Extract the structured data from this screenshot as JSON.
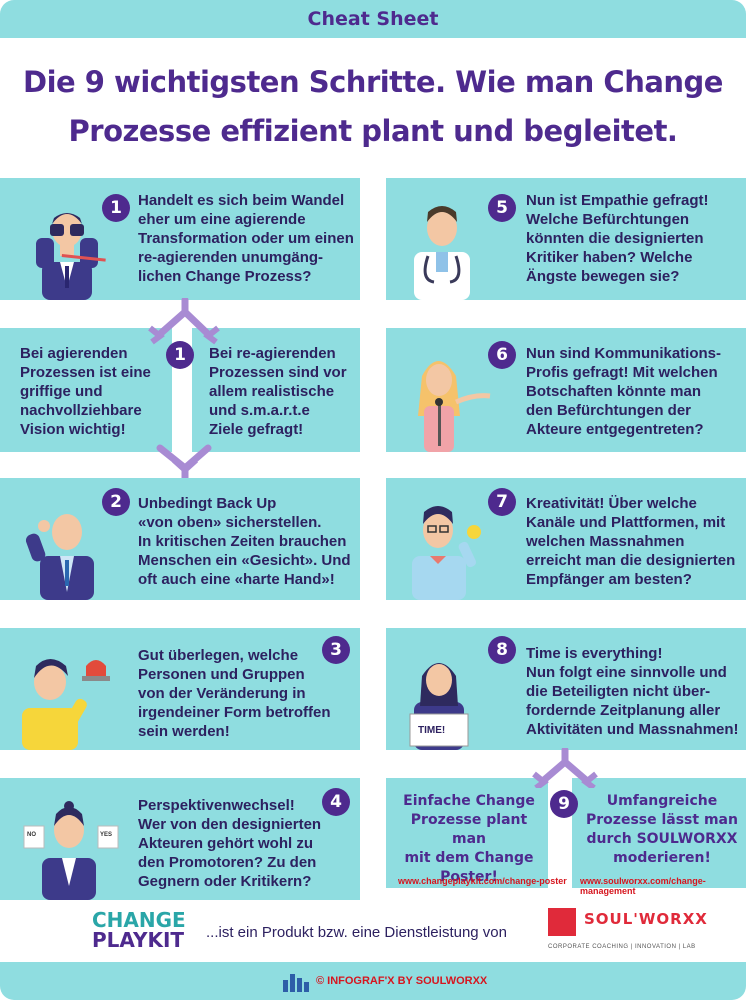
{
  "header": {
    "title": "Cheat Sheet"
  },
  "headline": {
    "line1": "Die 9 wichtigsten Schritte. Wie man Change",
    "line2": "Prozesse effizient plant und begleitet."
  },
  "steps": {
    "s1": {
      "num": "1",
      "lines": [
        "Handelt es sich beim Wandel",
        "eher um eine agierende",
        "Transformation oder um einen",
        "re-agierenden unumgäng-",
        "lichen Change Prozess?"
      ]
    },
    "s1left": {
      "lines": [
        "Bei agierenden",
        "Prozessen ist eine",
        "griffige und",
        "nachvollziehbare",
        "Vision wichtig!"
      ]
    },
    "s1num2": "1",
    "s1right": {
      "lines": [
        "Bei re-agierenden",
        "Prozessen sind vor",
        "allem realistische",
        "und s.m.a.r.t.e",
        "Ziele gefragt!"
      ]
    },
    "s2": {
      "num": "2",
      "lines": [
        "Unbedingt Back Up",
        "«von oben» sicherstellen.",
        "In kritischen Zeiten brauchen",
        "Menschen ein «Gesicht». Und",
        "oft auch eine «harte Hand»!"
      ]
    },
    "s3": {
      "num": "3",
      "lines": [
        "Gut überlegen, welche",
        "Personen und Gruppen",
        "von der Veränderung in",
        "irgendeiner Form betroffen",
        "sein werden!"
      ]
    },
    "s4": {
      "num": "4",
      "lines": [
        "Perspektivenwechsel!",
        "Wer von den designierten",
        "Akteuren gehört wohl zu",
        "den Promotoren? Zu den",
        "Gegnern oder Kritikern?"
      ],
      "sign_left": "NO",
      "sign_right": "YES"
    },
    "s5": {
      "num": "5",
      "lines": [
        "Nun ist Empathie gefragt!",
        "Welche Befürchtungen",
        "könnten die designierten",
        "Kritiker haben? Welche",
        "Ängste bewegen sie?"
      ]
    },
    "s6": {
      "num": "6",
      "lines": [
        "Nun sind Kommunikations-",
        "Profis gefragt! Mit welchen",
        "Botschaften könnte man",
        "den Befürchtungen der",
        "Akteure entgegentreten?"
      ]
    },
    "s7": {
      "num": "7",
      "lines": [
        "Kreativität! Über welche",
        "Kanäle und Plattformen, mit",
        "welchen Massnahmen",
        "erreicht man die designierten",
        "Empfänger am besten?"
      ]
    },
    "s8": {
      "num": "8",
      "lines": [
        "Time is everything!",
        "Nun folgt eine sinnvolle und",
        "die Beteiligten nicht über-",
        "fordernde Zeitplanung aller",
        "Aktivitäten und Massnahmen!"
      ],
      "sign": "TIME!"
    },
    "s9": {
      "num": "9",
      "left": {
        "lines": [
          "Einfache Change",
          "Prozesse plant man",
          "mit dem Change",
          "Poster!"
        ],
        "link": "www.changeplaykit.com/change-poster"
      },
      "right": {
        "lines": [
          "Umfangreiche",
          "Prozesse lässt man",
          "durch SOULWORXX",
          "moderieren!"
        ],
        "link": "www.soulworxx.com/change-management"
      }
    }
  },
  "footer": {
    "logo_left_line1": "CHANGE",
    "logo_left_line2": "PLAYKIT",
    "tagline": "...ist ein Produkt bzw. eine Dienstleistung von",
    "logo_right_name": "SOUL'WORXX",
    "logo_right_sub": "CORPORATE COACHING | INNOVATION | LAB",
    "credit": "© INFOGRAF'X BY SOULWORXX"
  },
  "colors": {
    "teal": "#8fdde0",
    "purple": "#4e2a8e",
    "red": "#d6161f"
  }
}
